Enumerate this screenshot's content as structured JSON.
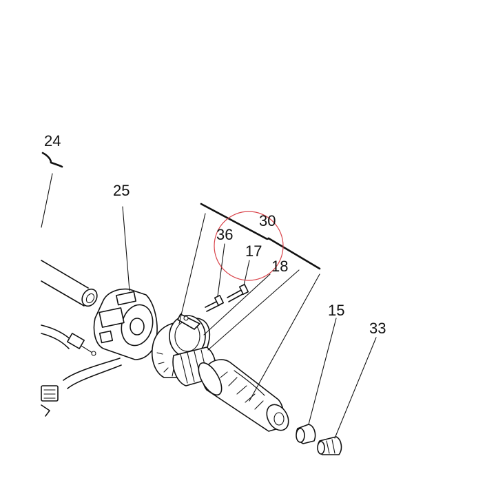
{
  "labels": {
    "p24": "24",
    "p25": "25",
    "p30": "30",
    "p36": "36",
    "p17": "17",
    "p18": "18",
    "p15": "15",
    "p33": "33"
  },
  "colors": {
    "ink": "#111111",
    "highlight_circle": "#d9434a",
    "background": "#ffffff"
  }
}
